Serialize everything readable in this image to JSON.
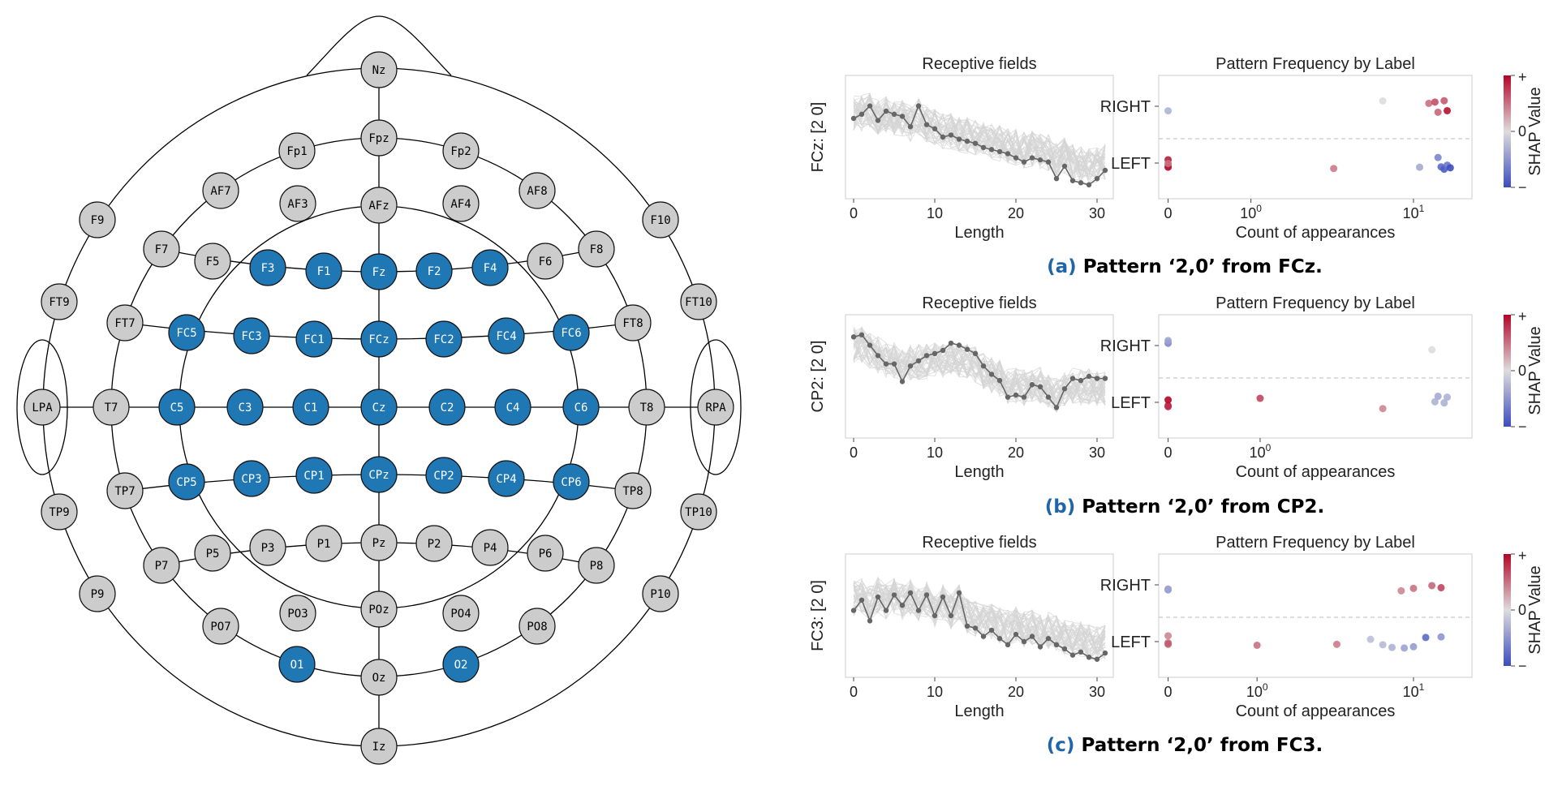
{
  "montage": {
    "highlight_color": "#1f77b4",
    "base_color": "#cccccc",
    "electrodes": [
      {
        "name": "Nz",
        "active": false
      },
      {
        "name": "Fpz",
        "active": false
      },
      {
        "name": "Fp1",
        "active": false
      },
      {
        "name": "Fp2",
        "active": false
      },
      {
        "name": "AF7",
        "active": false
      },
      {
        "name": "AF3",
        "active": false
      },
      {
        "name": "AFz",
        "active": false
      },
      {
        "name": "AF4",
        "active": false
      },
      {
        "name": "AF8",
        "active": false
      },
      {
        "name": "F9",
        "active": false
      },
      {
        "name": "F7",
        "active": false
      },
      {
        "name": "F5",
        "active": false
      },
      {
        "name": "F3",
        "active": true
      },
      {
        "name": "F1",
        "active": true
      },
      {
        "name": "Fz",
        "active": true
      },
      {
        "name": "F2",
        "active": true
      },
      {
        "name": "F4",
        "active": true
      },
      {
        "name": "F6",
        "active": false
      },
      {
        "name": "F8",
        "active": false
      },
      {
        "name": "F10",
        "active": false
      },
      {
        "name": "FT9",
        "active": false
      },
      {
        "name": "FT7",
        "active": false
      },
      {
        "name": "FC5",
        "active": true
      },
      {
        "name": "FC3",
        "active": true
      },
      {
        "name": "FC1",
        "active": true
      },
      {
        "name": "FCz",
        "active": true
      },
      {
        "name": "FC2",
        "active": true
      },
      {
        "name": "FC4",
        "active": true
      },
      {
        "name": "FC6",
        "active": true
      },
      {
        "name": "FT8",
        "active": false
      },
      {
        "name": "FT10",
        "active": false
      },
      {
        "name": "LPA",
        "active": false
      },
      {
        "name": "T7",
        "active": false
      },
      {
        "name": "C5",
        "active": true
      },
      {
        "name": "C3",
        "active": true
      },
      {
        "name": "C1",
        "active": true
      },
      {
        "name": "Cz",
        "active": true
      },
      {
        "name": "C2",
        "active": true
      },
      {
        "name": "C4",
        "active": true
      },
      {
        "name": "C6",
        "active": true
      },
      {
        "name": "T8",
        "active": false
      },
      {
        "name": "RPA",
        "active": false
      },
      {
        "name": "TP9",
        "active": false
      },
      {
        "name": "TP7",
        "active": false
      },
      {
        "name": "CP5",
        "active": true
      },
      {
        "name": "CP3",
        "active": true
      },
      {
        "name": "CP1",
        "active": true
      },
      {
        "name": "CPz",
        "active": true
      },
      {
        "name": "CP2",
        "active": true
      },
      {
        "name": "CP4",
        "active": true
      },
      {
        "name": "CP6",
        "active": true
      },
      {
        "name": "TP8",
        "active": false
      },
      {
        "name": "TP10",
        "active": false
      },
      {
        "name": "P9",
        "active": false
      },
      {
        "name": "P7",
        "active": false
      },
      {
        "name": "P5",
        "active": false
      },
      {
        "name": "P3",
        "active": false
      },
      {
        "name": "P1",
        "active": false
      },
      {
        "name": "Pz",
        "active": false
      },
      {
        "name": "P2",
        "active": false
      },
      {
        "name": "P4",
        "active": false
      },
      {
        "name": "P6",
        "active": false
      },
      {
        "name": "P8",
        "active": false
      },
      {
        "name": "P10",
        "active": false
      },
      {
        "name": "PO7",
        "active": false
      },
      {
        "name": "PO3",
        "active": false
      },
      {
        "name": "POz",
        "active": false
      },
      {
        "name": "PO4",
        "active": false
      },
      {
        "name": "PO8",
        "active": false
      },
      {
        "name": "O1",
        "active": true
      },
      {
        "name": "Oz",
        "active": false
      },
      {
        "name": "O2",
        "active": true
      },
      {
        "name": "Iz",
        "active": false
      }
    ]
  },
  "panels": [
    {
      "ylabel": "FCz: [2 0]",
      "caption_tag": "(a)",
      "caption_text": "Pattern ‘2,0’ from FCz.",
      "seed": 11,
      "highlight_series": [
        0.68,
        0.72,
        0.8,
        0.66,
        0.75,
        0.72,
        0.7,
        0.6,
        0.8,
        0.62,
        0.58,
        0.5,
        0.52,
        0.48,
        0.46,
        0.44,
        0.4,
        0.38,
        0.36,
        0.34,
        0.3,
        0.26,
        0.3,
        0.28,
        0.26,
        0.1,
        0.22,
        0.08,
        0.06,
        0.04,
        0.1,
        0.18
      ],
      "scatter_ticks": [
        {
          "label": "0",
          "pos": 0.02
        },
        {
          "label": "10^0",
          "pos": 0.29
        },
        {
          "label": "10^1",
          "pos": 0.82
        }
      ],
      "scatter": {
        "right": [
          {
            "x": 0.02,
            "v": -0.3
          },
          {
            "x": 0.72,
            "v": 0.0
          },
          {
            "x": 0.87,
            "v": 0.5
          },
          {
            "x": 0.89,
            "v": 0.65
          },
          {
            "x": 0.9,
            "v": 0.55
          },
          {
            "x": 0.92,
            "v": 0.6
          },
          {
            "x": 0.93,
            "v": 0.95
          }
        ],
        "left": [
          {
            "x": 0.02,
            "v": 0.4
          },
          {
            "x": 0.02,
            "v": 1.0
          },
          {
            "x": 0.02,
            "v": 0.9
          },
          {
            "x": 0.02,
            "v": 0.5
          },
          {
            "x": 0.56,
            "v": 0.45
          },
          {
            "x": 0.84,
            "v": -0.35
          },
          {
            "x": 0.9,
            "v": -0.6
          },
          {
            "x": 0.91,
            "v": -0.8
          },
          {
            "x": 0.92,
            "v": -0.9
          },
          {
            "x": 0.93,
            "v": -0.7
          },
          {
            "x": 0.94,
            "v": -1.0
          }
        ]
      }
    },
    {
      "ylabel": "CP2: [2 0]",
      "caption_tag": "(b)",
      "caption_text": "Pattern ‘2,0’ from CP2.",
      "seed": 23,
      "highlight_series": [
        0.88,
        0.9,
        0.8,
        0.7,
        0.62,
        0.62,
        0.45,
        0.6,
        0.65,
        0.7,
        0.72,
        0.75,
        0.82,
        0.8,
        0.76,
        0.72,
        0.6,
        0.52,
        0.46,
        0.3,
        0.32,
        0.3,
        0.42,
        0.4,
        0.3,
        0.2,
        0.38,
        0.48,
        0.46,
        0.5,
        0.48,
        0.48
      ],
      "scatter_ticks": [
        {
          "label": "0",
          "pos": 0.02
        },
        {
          "label": "10^0",
          "pos": 0.32
        }
      ],
      "scatter": {
        "right": [
          {
            "x": 0.02,
            "v": -0.6
          },
          {
            "x": 0.02,
            "v": -0.4
          },
          {
            "x": 0.88,
            "v": 0.0
          }
        ],
        "left": [
          {
            "x": 0.02,
            "v": 0.9
          },
          {
            "x": 0.02,
            "v": 1.0
          },
          {
            "x": 0.02,
            "v": 0.8
          },
          {
            "x": 0.32,
            "v": 0.7
          },
          {
            "x": 0.72,
            "v": 0.4
          },
          {
            "x": 0.89,
            "v": -0.3
          },
          {
            "x": 0.9,
            "v": -0.35
          },
          {
            "x": 0.92,
            "v": -0.3
          },
          {
            "x": 0.93,
            "v": -0.3
          }
        ]
      }
    },
    {
      "ylabel": "FC3: [2 0]",
      "caption_tag": "(c)",
      "caption_text": "Pattern ‘2,0’ from FC3.",
      "seed": 37,
      "highlight_series": [
        0.55,
        0.65,
        0.45,
        0.68,
        0.55,
        0.7,
        0.6,
        0.72,
        0.55,
        0.7,
        0.5,
        0.68,
        0.5,
        0.72,
        0.4,
        0.38,
        0.3,
        0.36,
        0.28,
        0.22,
        0.32,
        0.25,
        0.3,
        0.2,
        0.28,
        0.22,
        0.18,
        0.12,
        0.15,
        0.1,
        0.08,
        0.14
      ],
      "scatter_ticks": [
        {
          "label": "0",
          "pos": 0.02
        },
        {
          "label": "10^0",
          "pos": 0.31
        },
        {
          "label": "10^1",
          "pos": 0.82
        }
      ],
      "scatter": {
        "right": [
          {
            "x": 0.02,
            "v": -0.5
          },
          {
            "x": 0.02,
            "v": -0.4
          },
          {
            "x": 0.78,
            "v": 0.4
          },
          {
            "x": 0.82,
            "v": 0.5
          },
          {
            "x": 0.88,
            "v": 0.55
          },
          {
            "x": 0.91,
            "v": 0.7
          }
        ],
        "left": [
          {
            "x": 0.02,
            "v": 0.5
          },
          {
            "x": 0.02,
            "v": 0.4
          },
          {
            "x": 0.02,
            "v": 0.6
          },
          {
            "x": 0.31,
            "v": 0.5
          },
          {
            "x": 0.57,
            "v": 0.45
          },
          {
            "x": 0.68,
            "v": -0.2
          },
          {
            "x": 0.72,
            "v": -0.25
          },
          {
            "x": 0.75,
            "v": -0.3
          },
          {
            "x": 0.79,
            "v": -0.4
          },
          {
            "x": 0.82,
            "v": -0.45
          },
          {
            "x": 0.86,
            "v": -0.8
          },
          {
            "x": 0.91,
            "v": -0.5
          }
        ]
      }
    }
  ],
  "labels": {
    "receptive_title": "Receptive fields",
    "freq_title": "Pattern Frequency by Label",
    "length_label": "Length",
    "count_label": "Count of appearances",
    "right_label": "RIGHT",
    "left_label": "LEFT",
    "shap_label": "SHAP Value",
    "cbar_plus": "+",
    "cbar_zero": "0",
    "cbar_minus": "−",
    "x_ticks": [
      "0",
      "10",
      "20",
      "30"
    ]
  }
}
